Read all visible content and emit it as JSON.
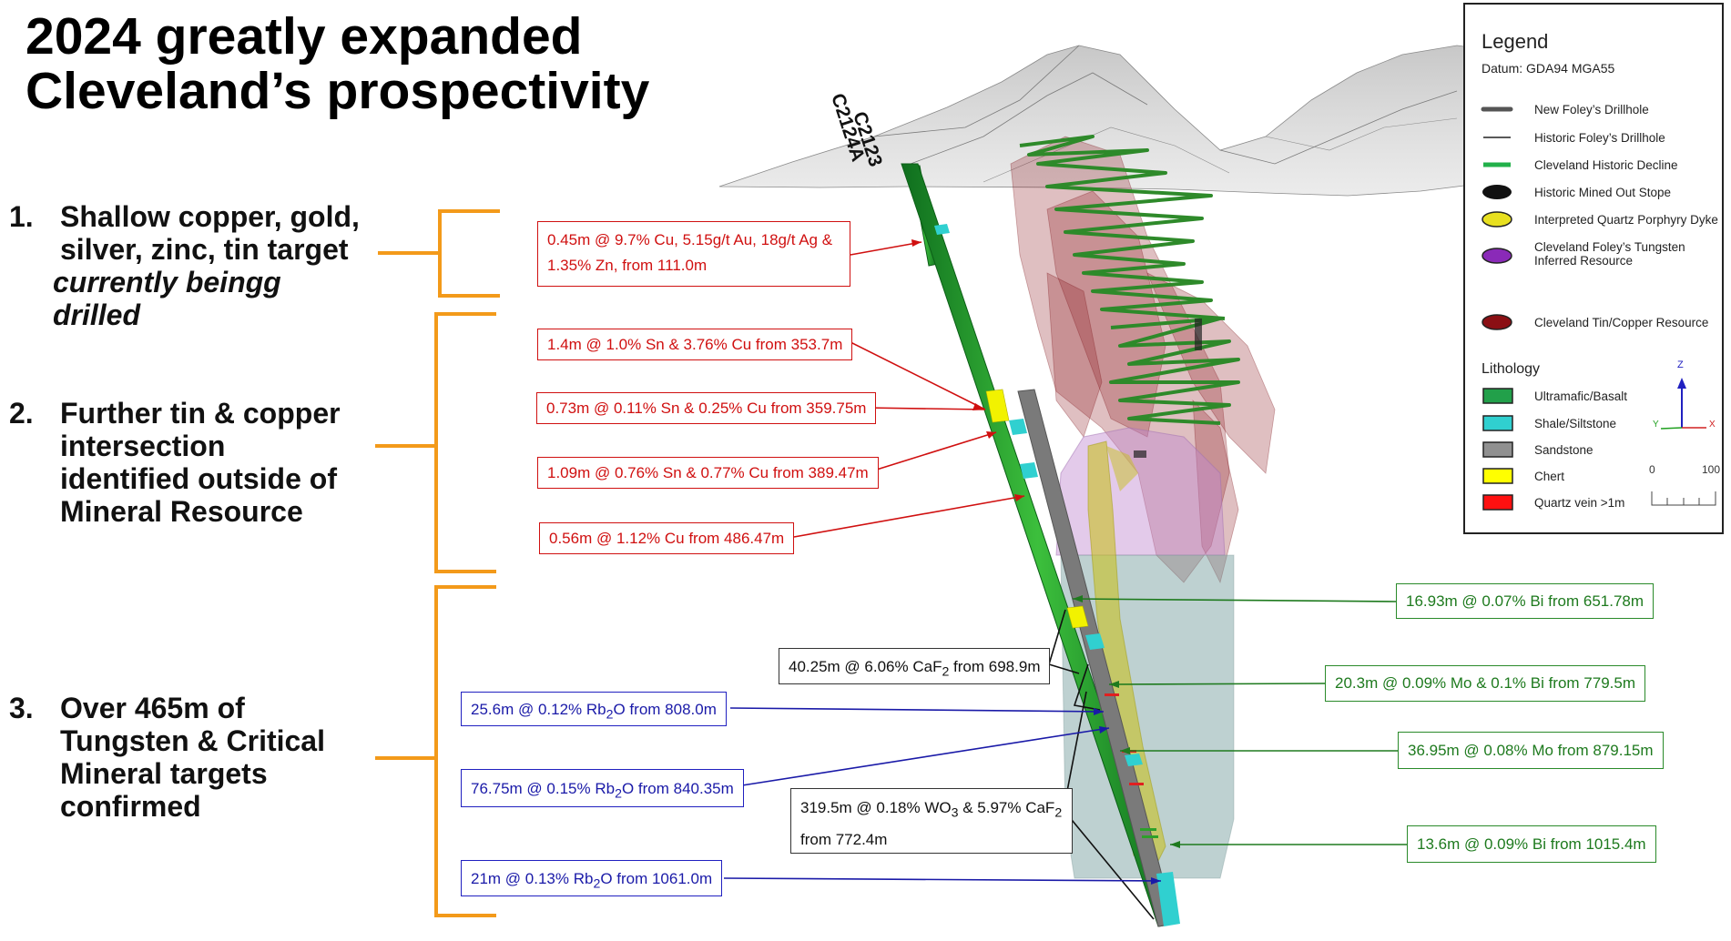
{
  "title_line1": "2024 greatly expanded",
  "title_line2": "Cleveland’s prospectivity",
  "targets": [
    {
      "num": "1.",
      "lines": [
        "Shallow copper, gold,",
        "silver, zinc, tin target"
      ],
      "italic": [
        "currently beingg",
        "drilled"
      ]
    },
    {
      "num": "2.",
      "lines": [
        "Further tin & copper",
        "intersection",
        "identified outside of",
        "Mineral Resource"
      ]
    },
    {
      "num": "3.",
      "lines": [
        "Over 465m of",
        "Tungsten & Critical",
        "Mineral targets",
        "confirmed"
      ]
    }
  ],
  "drillholes": [
    "C2123",
    "C2124A"
  ],
  "intercepts": {
    "red": [
      [
        "0.45m @ 9.7% Cu, 5.15g/t Au, 18g/t Ag &",
        "1.35% Zn, from 111.0m"
      ],
      "1.4m @ 1.0% Sn & 3.76% Cu from 353.7m",
      "0.73m @ 0.11% Sn & 0.25% Cu from 359.75m",
      "1.09m @ 0.76% Sn & 0.77% Cu from 389.47m",
      "0.56m @ 1.12% Cu from 486.47m"
    ],
    "blue": [
      {
        "pre": "25.6m @ 0.12% Rb",
        "sub": "2",
        "post": "O from 808.0m"
      },
      {
        "pre": "76.75m @ 0.15% Rb",
        "sub": "2",
        "post": "O from 840.35m"
      },
      {
        "pre": "21m @ 0.13% Rb",
        "sub": "2",
        "post": "O from 1061.0m"
      }
    ],
    "green": [
      "16.93m @ 0.07% Bi from 651.78m",
      "20.3m @ 0.09% Mo & 0.1% Bi from 779.5m",
      "36.95m @ 0.08% Mo from 879.15m",
      "13.6m @ 0.09% Bi from 1015.4m"
    ],
    "black": [
      {
        "pre": "40.25m @ 6.06% CaF",
        "sub": "2",
        "post": " from 698.9m"
      },
      {
        "pre": "319.5m @ 0.18% WO",
        "sub": "3",
        "mid": " & 5.97% CaF",
        "sub2": "2",
        "line2": "from 772.4m"
      }
    ]
  },
  "legend": {
    "title": "Legend",
    "datum": "Datum: GDA94 MGA55",
    "items": [
      {
        "label": "New Foley’s Drillhole"
      },
      {
        "label": "Historic Foley’s Drillhole"
      },
      {
        "label": "Cleveland Historic Decline",
        "color": "#22b04a"
      },
      {
        "label": "Historic Mined Out Stope",
        "color": "#111111"
      },
      {
        "label": "Interpreted Quartz Porphyry Dyke",
        "color": "#e8e020"
      },
      {
        "label": "Cleveland Foley’s Tungsten",
        "label2": "Inferred Resource",
        "color": "#8a2ab8"
      },
      {
        "label": "Cleveland Tin/Copper Resource",
        "color": "#8b0f14"
      }
    ],
    "lithology_title": "Lithology",
    "lithology": [
      {
        "label": "Ultramafic/Basalt",
        "color": "#22a04a"
      },
      {
        "label": "Shale/Siltstone",
        "color": "#30d0d0"
      },
      {
        "label": "Sandstone",
        "color": "#909090"
      },
      {
        "label": "Chert",
        "color": "#ffff00"
      },
      {
        "label": "Quartz vein >1m",
        "color": "#ff1010"
      }
    ],
    "axis_z": "Z",
    "axis_y": "Y",
    "axis_x": "X",
    "scale_start": "0",
    "scale_end": "100"
  }
}
